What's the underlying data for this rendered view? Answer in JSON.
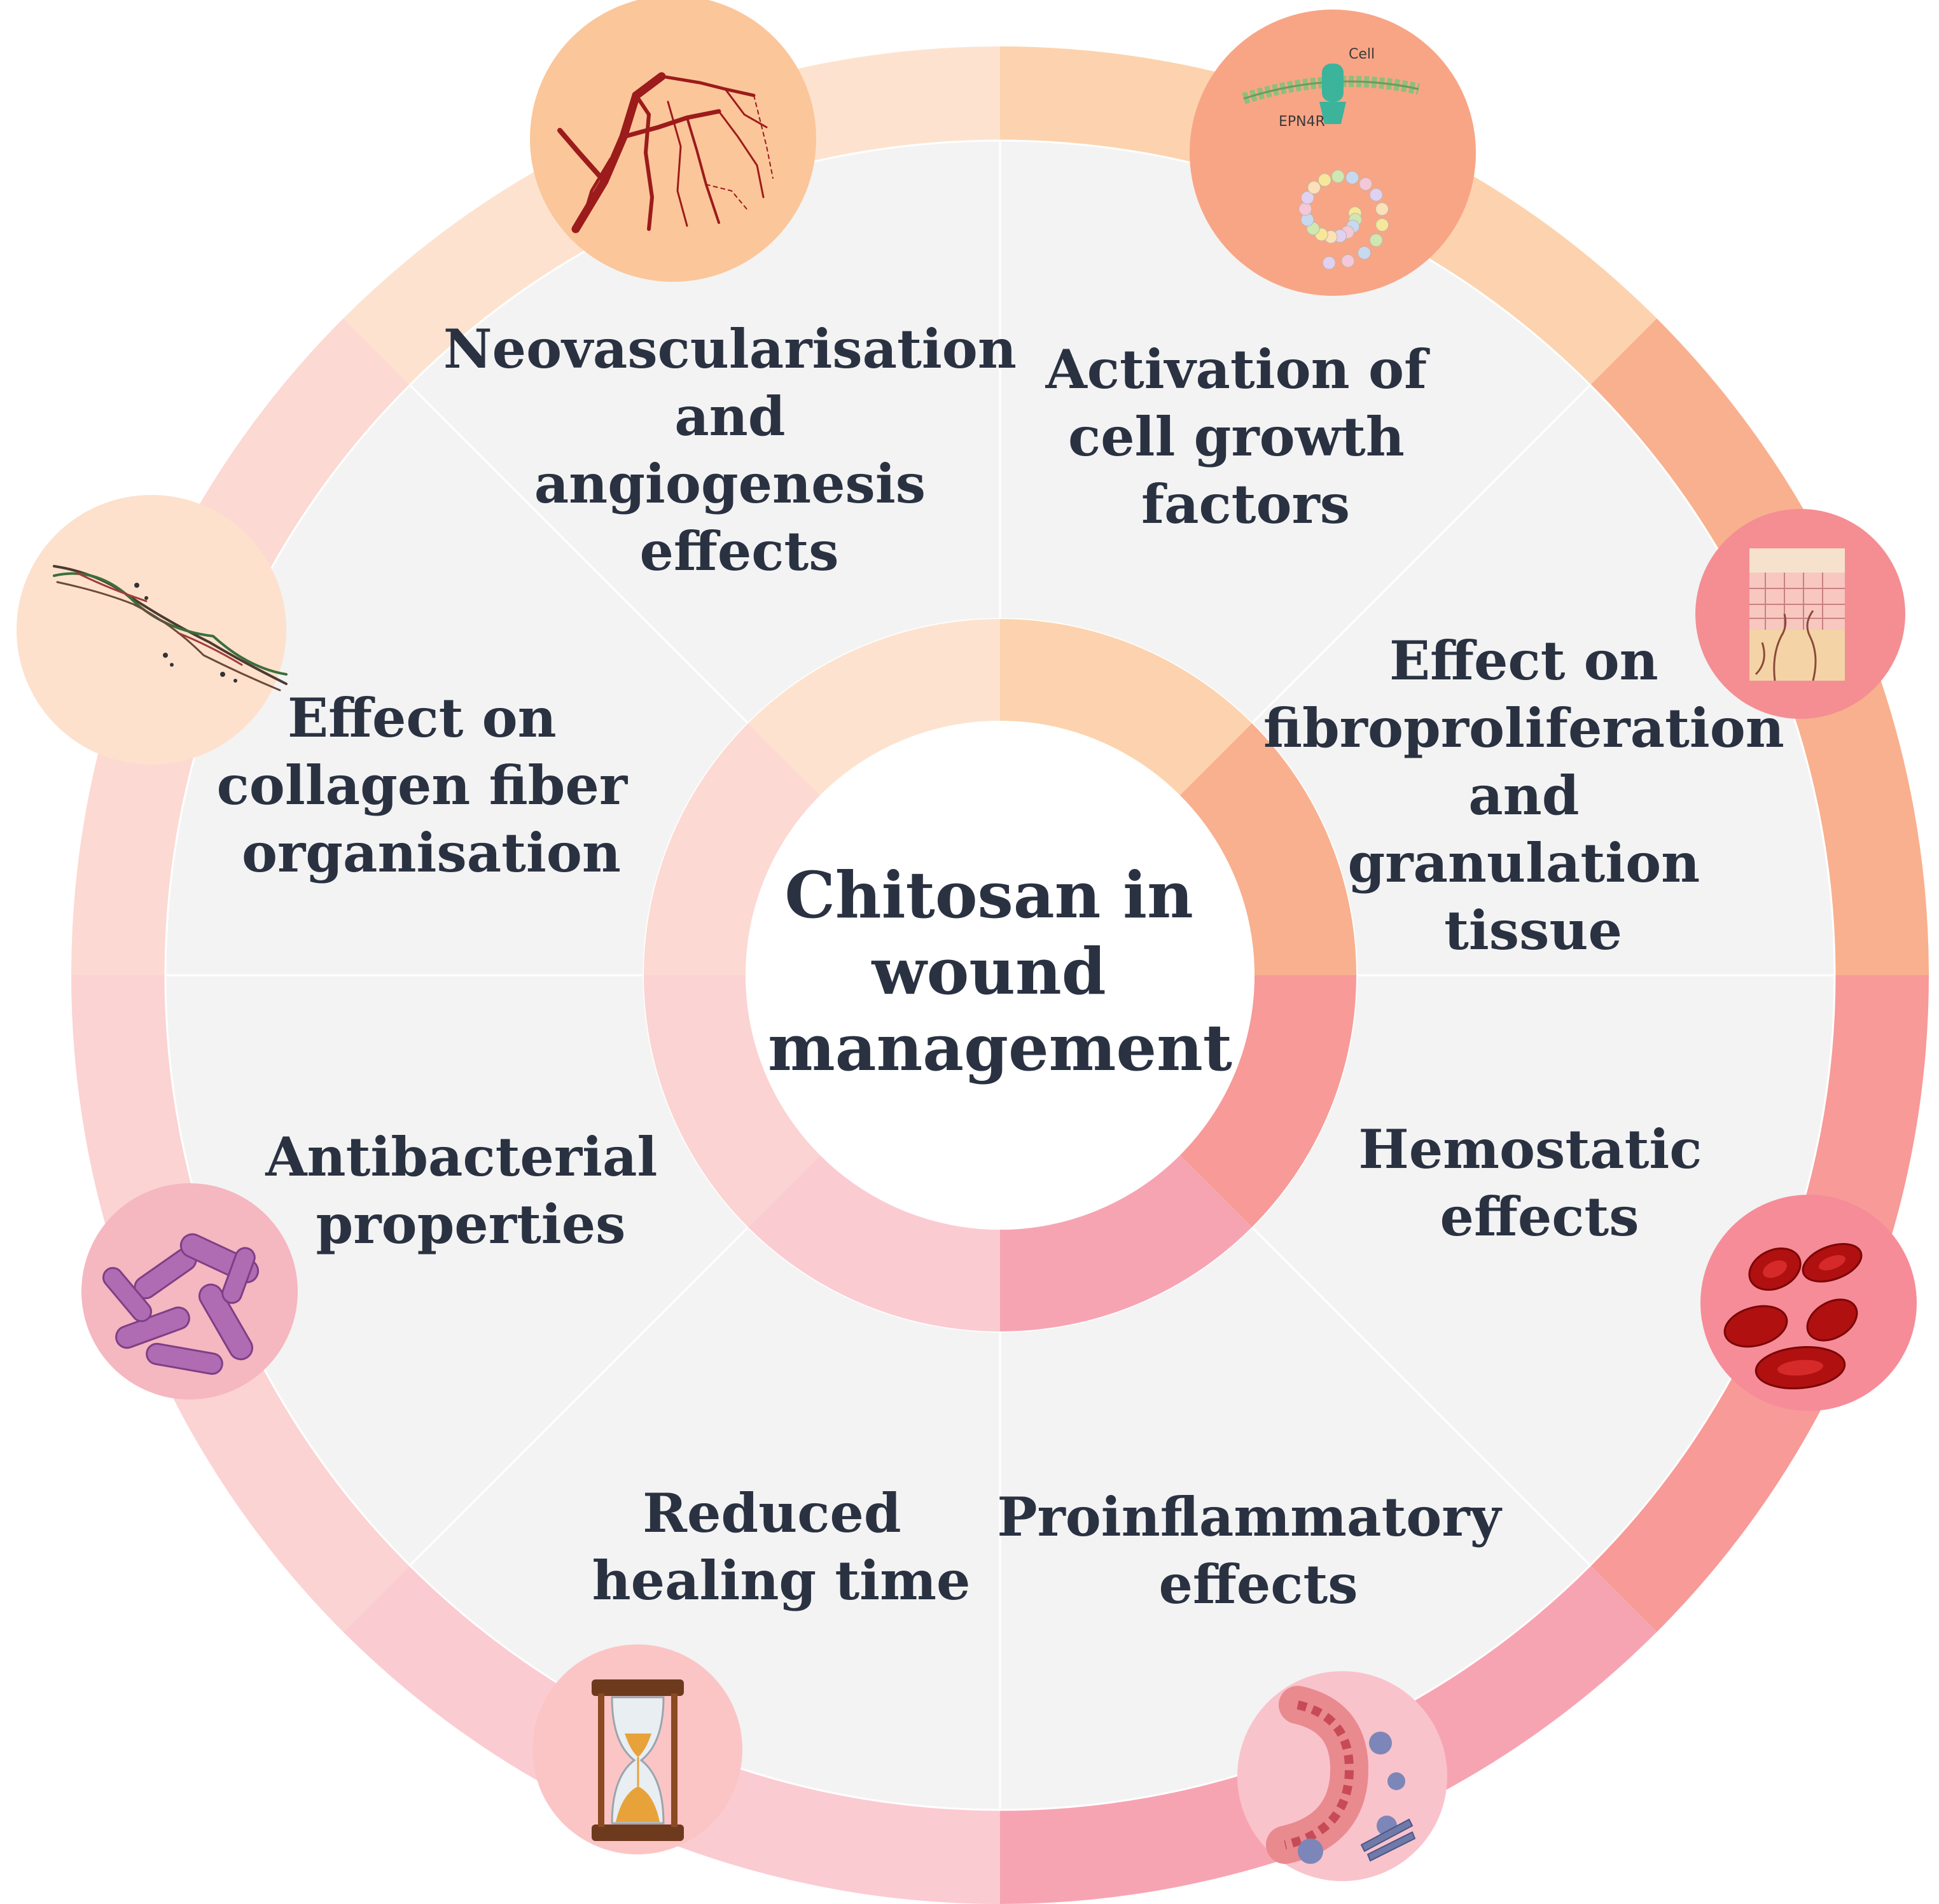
{
  "center": {
    "lines": [
      "Chitosan in",
      "wound",
      "management"
    ]
  },
  "segments": [
    {
      "id": "neovascularisation",
      "lines": [
        "Neovascularisation",
        "and",
        "angiogenesis",
        "effects"
      ],
      "icon": "blood-vessels-icon",
      "color": "#fcd3ae"
    },
    {
      "id": "cell-growth",
      "lines": [
        "Activation of",
        "cell growth",
        "factors"
      ],
      "icon": "cell-receptor-icon",
      "color": "#f9b08e"
    },
    {
      "id": "fibroproliferation",
      "lines": [
        "Effect on",
        "fibroproliferation",
        "and",
        "granulation",
        "tissue"
      ],
      "icon": "skin-tissue-icon",
      "color": "#f79a98"
    },
    {
      "id": "hemostatic",
      "lines": [
        "Hemostatic",
        "effects"
      ],
      "icon": "red-blood-cells-icon",
      "color": "#f7a4b2"
    },
    {
      "id": "proinflammatory",
      "lines": [
        "Proinflammatory",
        "effects"
      ],
      "icon": "blood-vessel-cells-icon",
      "color": "#fbcbd2"
    },
    {
      "id": "healing-time",
      "lines": [
        "Reduced",
        "healing time"
      ],
      "icon": "hourglass-icon",
      "color": "#fbd3d2"
    },
    {
      "id": "antibacterial",
      "lines": [
        "Antibacterial",
        "properties"
      ],
      "icon": "bacteria-icon",
      "color": "#fcd9d2"
    },
    {
      "id": "collagen",
      "lines": [
        "Effect on",
        "collagen fiber",
        "organisation"
      ],
      "icon": "collagen-fiber-icon",
      "color": "#fde3cf"
    }
  ],
  "icon_labels": {
    "cell": "Cell",
    "receptor": "EPN4R"
  },
  "colors": {
    "panel": "#f3f3f3",
    "divider": "#ffffff",
    "text": "#2a3242"
  }
}
